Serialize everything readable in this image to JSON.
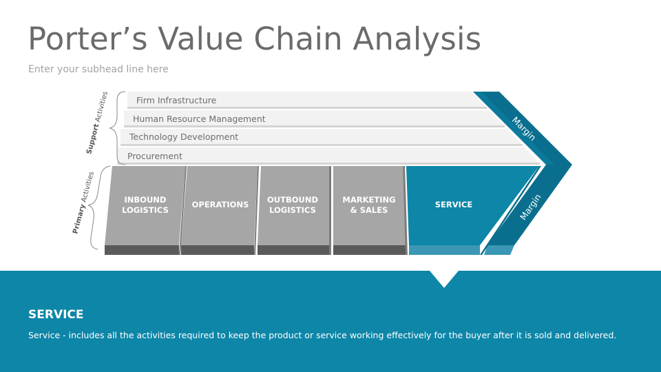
{
  "title": "Porter’s Value Chain Analysis",
  "subtitle": "Enter your subhead line here",
  "diagram": {
    "support_label_a": "Support",
    "support_label_b": " Activities",
    "primary_label_a": "Primary",
    "primary_label_b": " Activities",
    "support_activities": [
      "Firm Infrastructure",
      "Human Resource Management",
      "Technology Development",
      "Procurement"
    ],
    "primary_activities": [
      {
        "line1": "INBOUND",
        "line2": "LOGISTICS"
      },
      {
        "line1": "OPERATIONS",
        "line2": ""
      },
      {
        "line1": "OUTBOUND",
        "line2": "LOGISTICS"
      },
      {
        "line1": "MARKETING",
        "line2": "& SALES"
      },
      {
        "line1": "SERVICE",
        "line2": ""
      }
    ],
    "margin_top": "Margin",
    "margin_bottom": "Margin"
  },
  "info": {
    "heading": "SERVICE",
    "description": "Service - includes all the activities required to keep the product or service working effectively for the buyer after it is sold and delivered."
  },
  "colors": {
    "accent": "#0d86a8",
    "accent_dark": "#0a6f8e",
    "gray_block": "#a6a6a6",
    "gray_block_dark": "#5a5a5a",
    "support_bar": "#f2f2f2"
  }
}
